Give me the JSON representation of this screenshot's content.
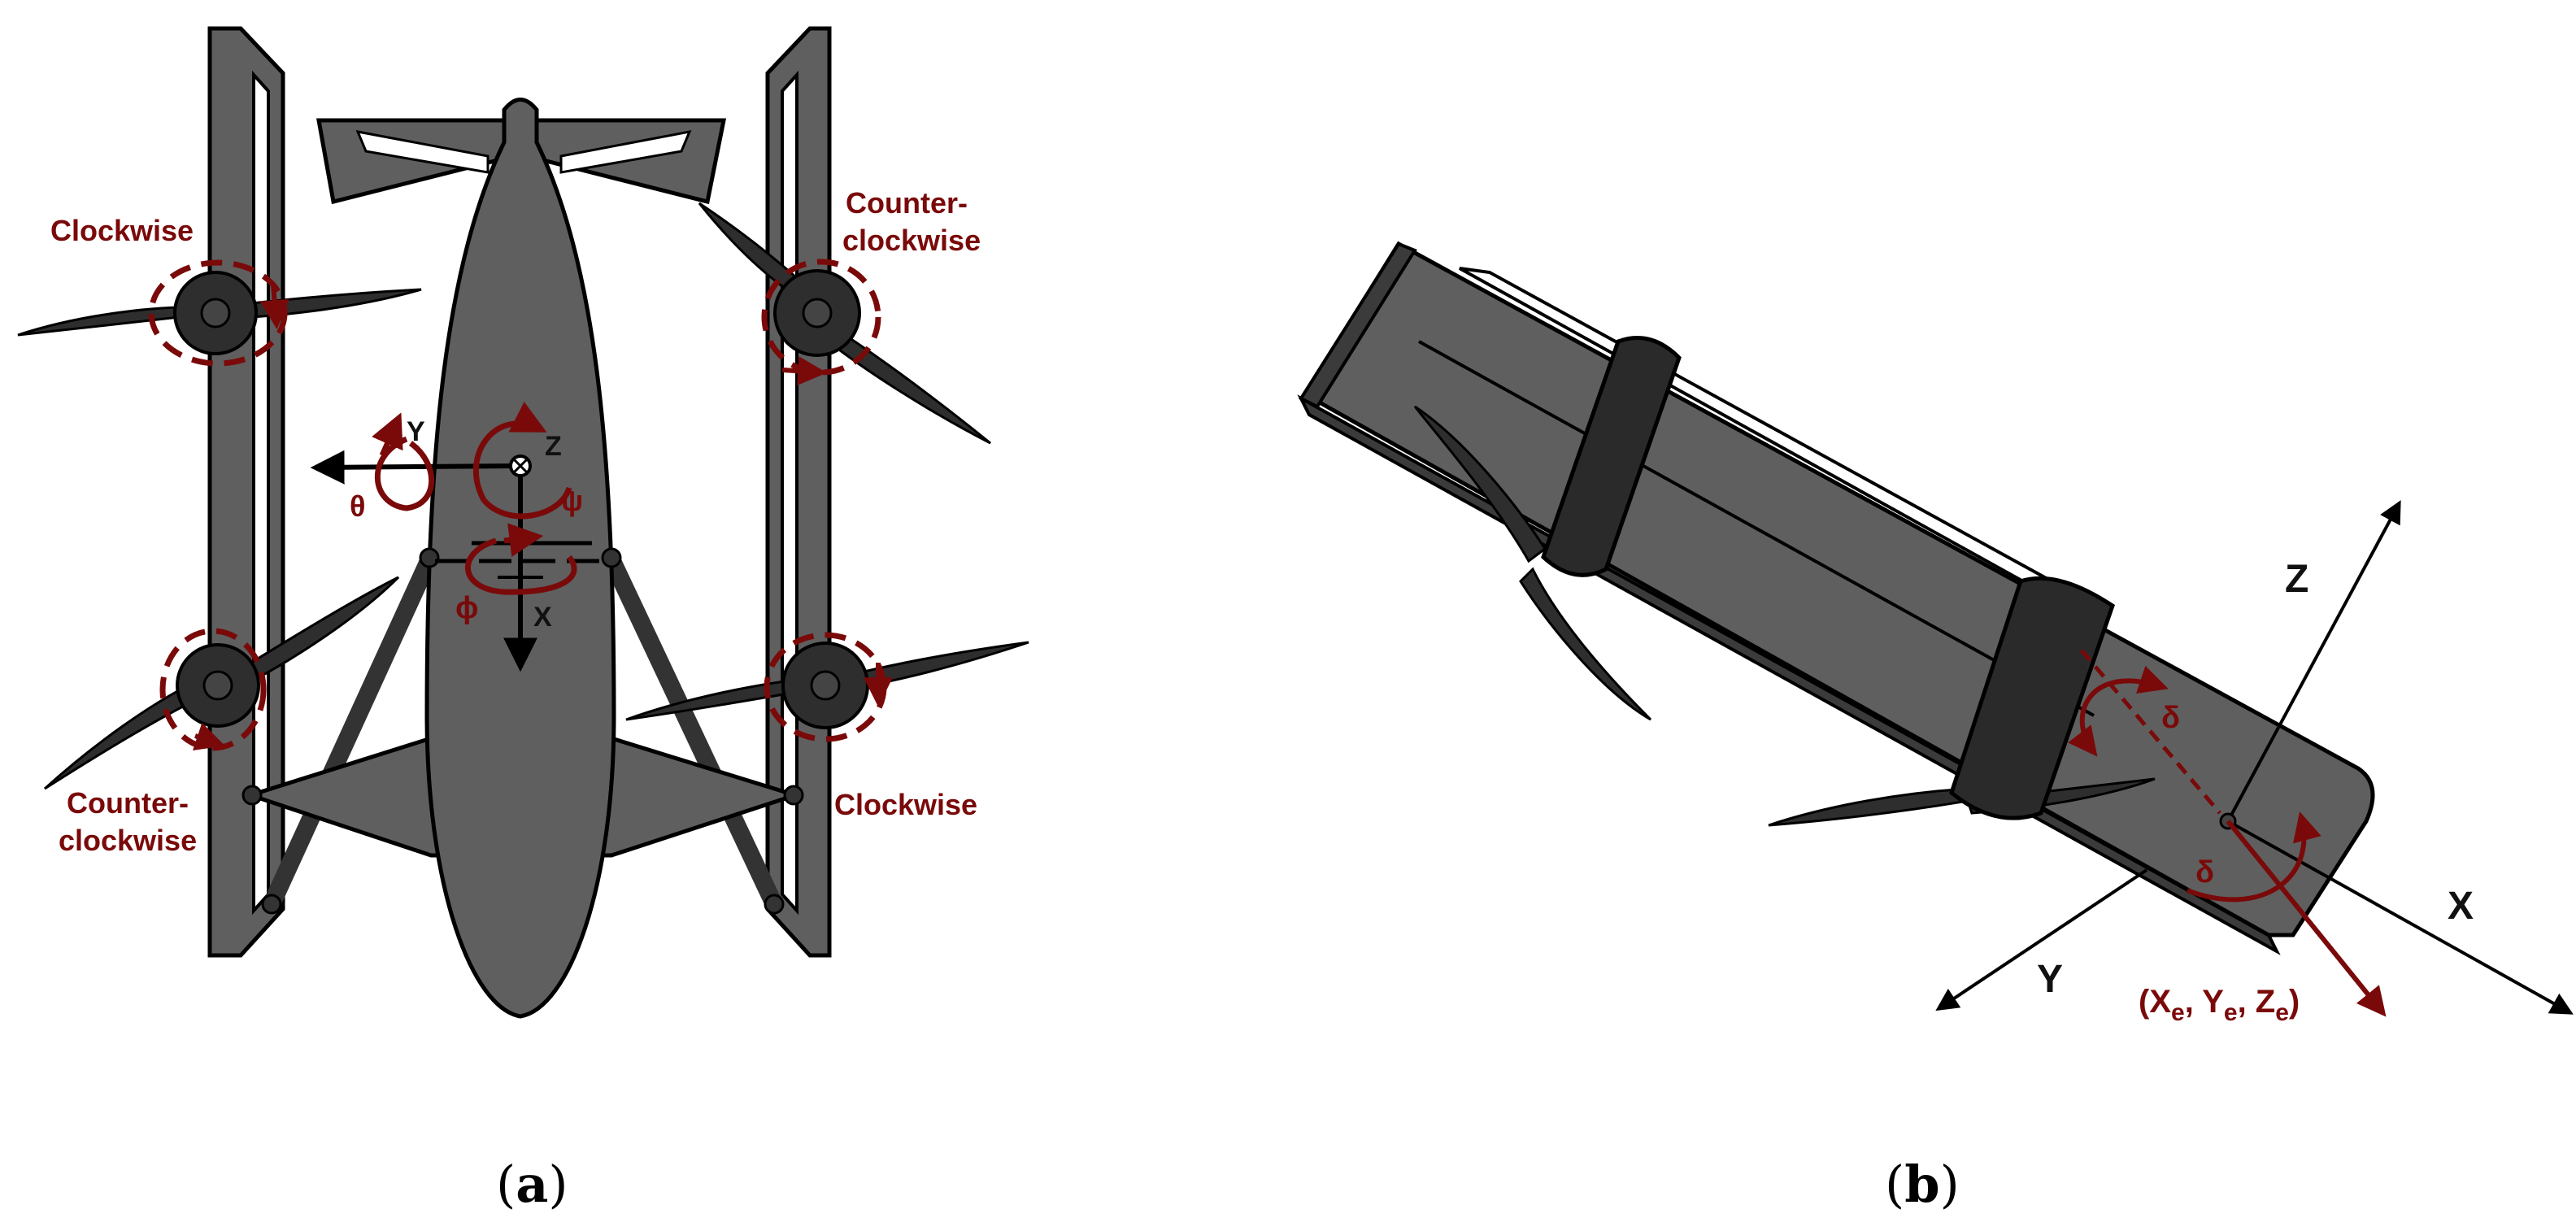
{
  "panel_a": {
    "caption_open": "(",
    "caption_letter": "a",
    "caption_close": ")",
    "label_top_left": "Clockwise",
    "label_top_right_1": "Counter-",
    "label_top_right_2": "clockwise",
    "label_bottom_left_1": "Counter-",
    "label_bottom_left_2": "clockwise",
    "label_bottom_right": "Clockwise",
    "axis_y": "Y",
    "axis_z": "Z",
    "axis_x": "X",
    "angle_theta": "θ",
    "angle_psi": "ψ",
    "angle_phi": "ϕ"
  },
  "panel_b": {
    "caption_open": "(",
    "caption_letter": "b",
    "caption_close": ")",
    "axis_z": "Z",
    "axis_y": "Y",
    "axis_x": "X",
    "delta_1": "δ",
    "delta_2": "δ",
    "thrust_label_open": "(X",
    "thrust_sub_1": "e",
    "thrust_sep_1": ", Y",
    "thrust_sub_2": "e",
    "thrust_sep_2": ", Z",
    "thrust_sub_3": "e",
    "thrust_label_close": ")"
  },
  "colors": {
    "body_gray": "#5f5f5f",
    "dark_gray": "#2e2e2e",
    "annotation_red": "#7a0a0a",
    "outline": "#000000"
  }
}
